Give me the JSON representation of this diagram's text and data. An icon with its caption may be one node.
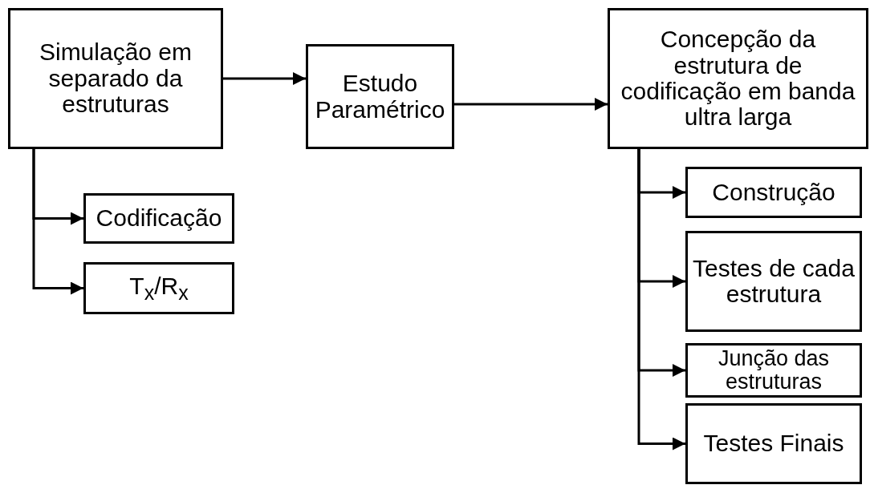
{
  "diagram": {
    "nodes": [
      {
        "text": [
          "Simulação em separado da estruturas"
        ]
      },
      {
        "text": [
          "Estudo Paramétrico"
        ]
      },
      {
        "text": [
          "Concepção da estrutura de codificação em banda ultra larga"
        ]
      },
      {
        "text": [
          "Codificação"
        ]
      },
      {
        "text": [
          "T$_{x}$/R$_{x}$"
        ]
      },
      {
        "text": [
          "Construção"
        ]
      },
      {
        "text": [
          "Testes de cada estrutura"
        ]
      },
      {
        "text": [
          "Junção das estruturas"
        ]
      },
      {
        "text": [
          "Testes Finais"
        ]
      }
    ],
    "edges": [
      {
        "from": 0,
        "to": 1,
        "arrow": "to"
      },
      {
        "from": 1,
        "to": 2,
        "arrow": "to"
      },
      {
        "from": 0,
        "to": 3,
        "arrow": "to"
      },
      {
        "from": 0,
        "to": 4,
        "arrow": "to"
      },
      {
        "from": 2,
        "to": 5,
        "arrow": "to"
      },
      {
        "from": 2,
        "to": 6,
        "arrow": "to"
      },
      {
        "from": 2,
        "to": 7,
        "arrow": "to"
      },
      {
        "from": 2,
        "to": 8,
        "arrow": "to"
      }
    ]
  }
}
